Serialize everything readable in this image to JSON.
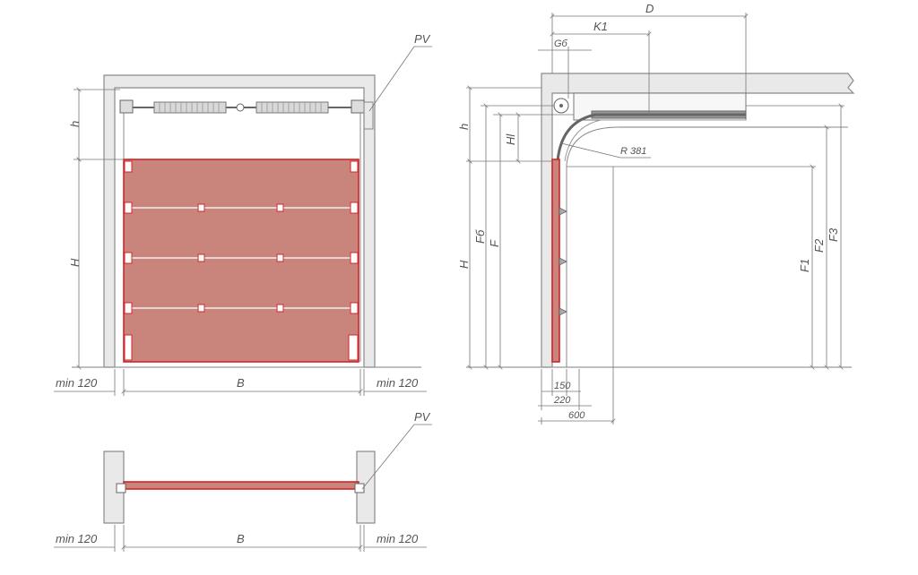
{
  "front_view": {
    "labels": {
      "pv": "PV",
      "h": "h",
      "H": "H",
      "B": "B",
      "min_left": "min 120",
      "min_right": "min 120"
    }
  },
  "plan_view": {
    "labels": {
      "pv": "PV",
      "B": "B",
      "min_left": "min 120",
      "min_right": "min 120"
    }
  },
  "side_view": {
    "labels": {
      "D": "D",
      "K1": "K1",
      "Gb": "Gб",
      "h": "h",
      "Hl": "Hl",
      "H": "H",
      "Fb": "Fб",
      "F": "F",
      "F1": "F1",
      "F2": "F2",
      "F3": "F3",
      "radius": "R 381",
      "d150": "150",
      "d220": "220",
      "d600": "600"
    }
  }
}
